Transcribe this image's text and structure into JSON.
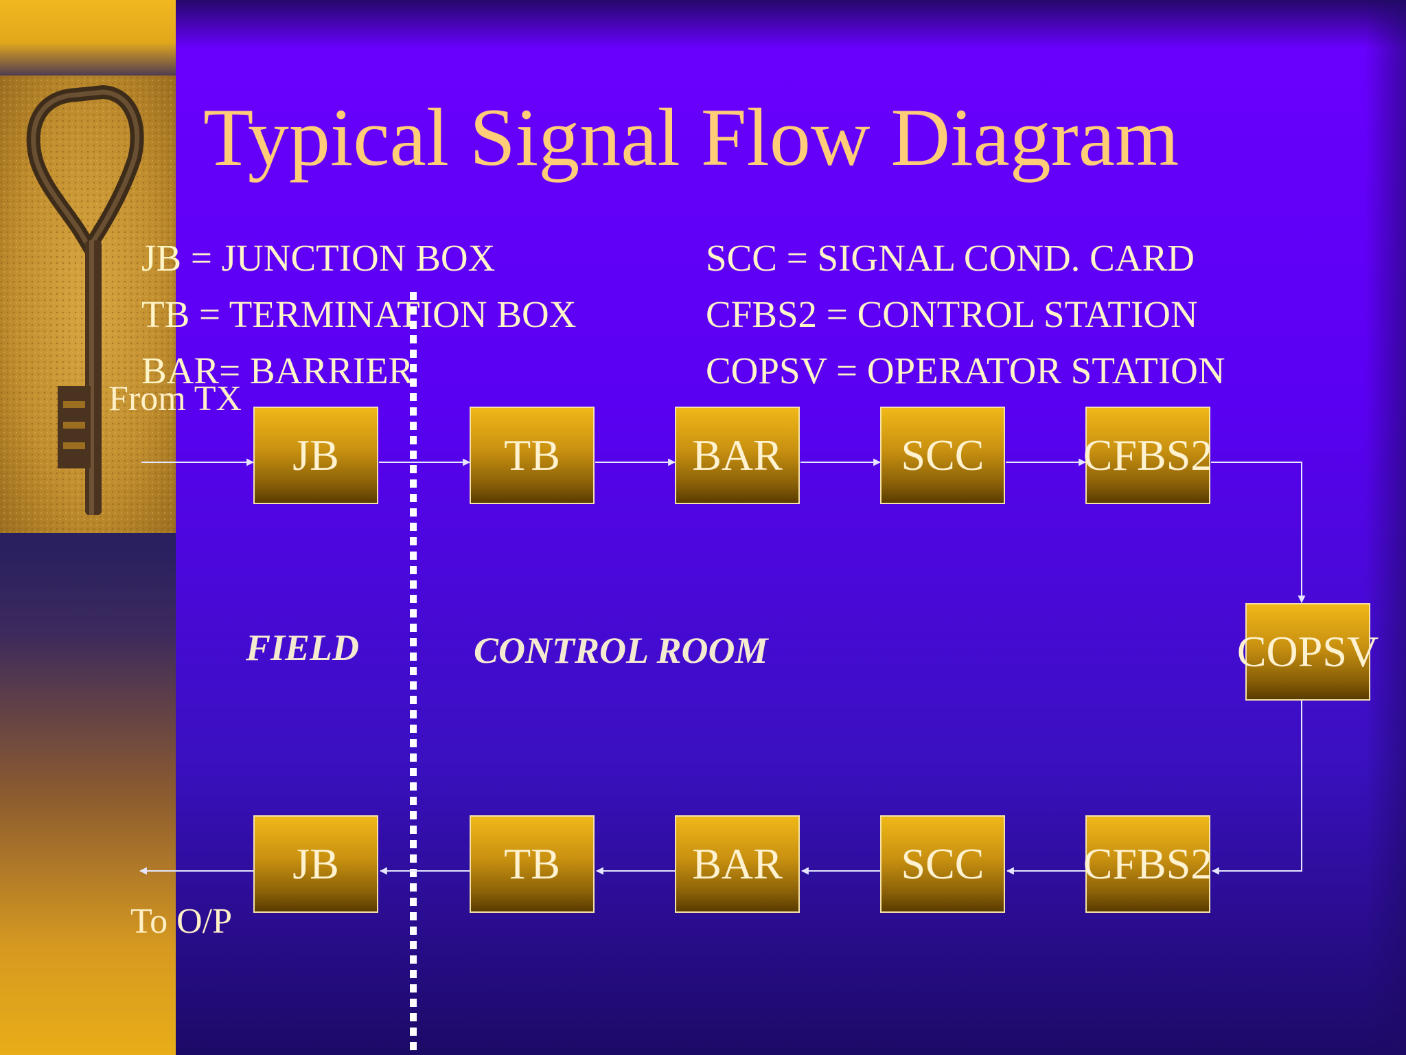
{
  "title": "Typical Signal Flow Diagram",
  "legend": [
    "JB = JUNCTION BOX",
    "TB = TERMINATION BOX",
    "BAR= BARRIER",
    "SCC  = SIGNAL COND. CARD",
    "CFBS2 = CONTROL STATION",
    "COPSV = OPERATOR STATION"
  ],
  "zones": {
    "field": "FIELD",
    "control_room": "CONTROL ROOM"
  },
  "input_label": "From TX",
  "output_label": "To O/P",
  "top_row": [
    "JB",
    "TB",
    "BAR",
    "SCC",
    "CFBS2"
  ],
  "side_node": "COPSV",
  "bottom_row": [
    "JB",
    "TB",
    "BAR",
    "SCC",
    "CFBS2"
  ],
  "colors": {
    "background": "#5a00f2",
    "title": "#ffcc77",
    "box_fill": "#d4a010",
    "line": "#e6e6ff"
  }
}
